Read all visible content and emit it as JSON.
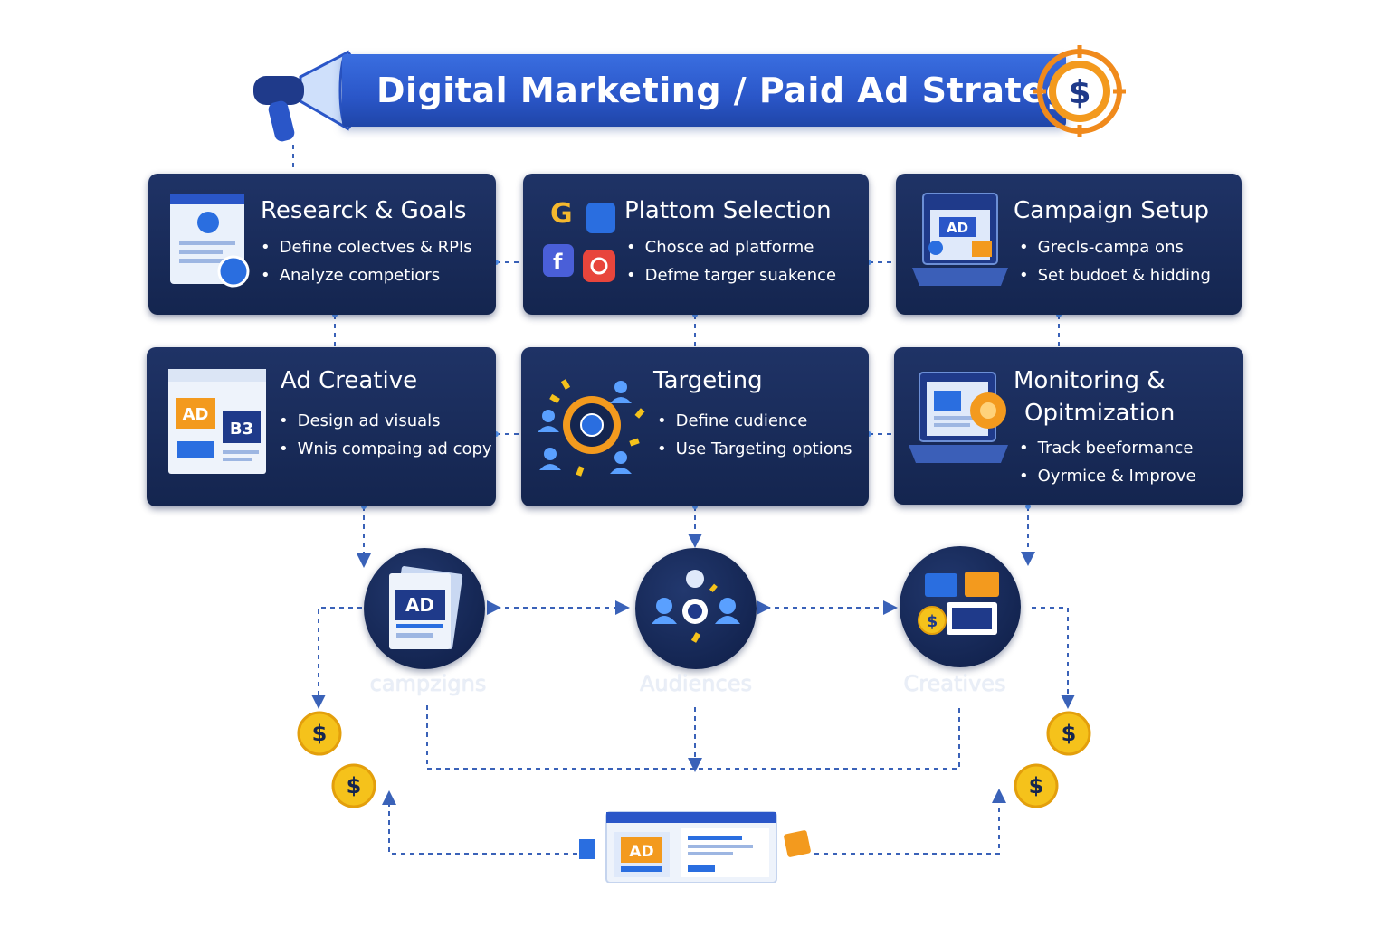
{
  "title": "Digital Marketing / Paid Ad Strategy",
  "steps": [
    {
      "title": "Researck & Goals",
      "bullets": [
        "Define colectves & RPIs",
        "Analyze competiors"
      ]
    },
    {
      "title": "Plattom Selection",
      "bullets": [
        "Choscе ad platforme",
        "Defme targer suakence"
      ]
    },
    {
      "title": "Campaign Setup",
      "bullets": [
        "Grecls-campa ons",
        "Set budoet & hidding"
      ]
    },
    {
      "title": "Ad Creative",
      "bullets": [
        "Design ad visuals",
        "Wnis compaing ad copy"
      ]
    },
    {
      "title": "Targeting",
      "bullets": [
        "Define cudience",
        "Use Targeting options"
      ]
    },
    {
      "title_line1": "Monitoring &",
      "title_line2": "Opitmization",
      "bullets": [
        "Track beeformance",
        "Oyrmice & Improve"
      ]
    }
  ],
  "icon_text": {
    "ad": "AD",
    "b3": "B3",
    "dollar": "$"
  },
  "circles": [
    {
      "label": "campzigns",
      "icon": "ad-documents-icon"
    },
    {
      "label": "Audiences",
      "icon": "audience-people-icon"
    },
    {
      "label": "Creatives",
      "icon": "creative-media-icon"
    }
  ],
  "colors": {
    "banner": "#2a56c8",
    "card": "#172a58",
    "accent_orange": "#f39a1e",
    "coin": "#f5c21b",
    "connector": "#3a62b8"
  }
}
